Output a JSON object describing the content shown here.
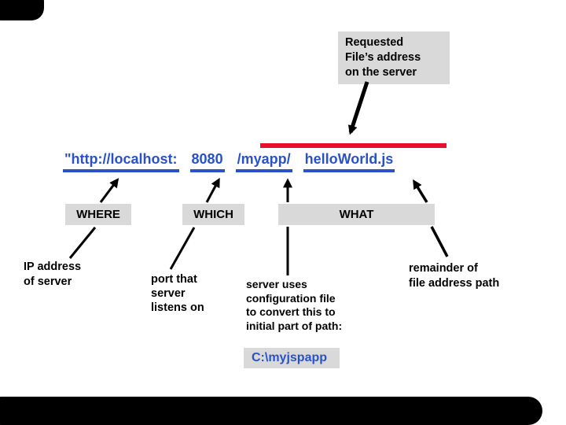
{
  "callout": {
    "text": "Requested\nFile’s  address\non the server"
  },
  "url": {
    "segments": [
      "\"http://localhost:",
      "8080",
      "/myapp/",
      "helloWorld.js"
    ]
  },
  "labels": {
    "where": "WHERE",
    "which": "WHICH",
    "what": "WHAT"
  },
  "notes": {
    "ip": "IP address\nof server",
    "port": "port that\nserver\nlistens on",
    "config": "server uses\nconfiguration file\nto convert this to\ninitial part of path:",
    "path": "C:\\myjspapp",
    "remainder": "remainder of\nfile address path"
  },
  "colors": {
    "url_blue": "#2a52c8",
    "red_bar": "#e8112d",
    "box_gray": "#d9d9d9",
    "template_black": "#000000"
  }
}
